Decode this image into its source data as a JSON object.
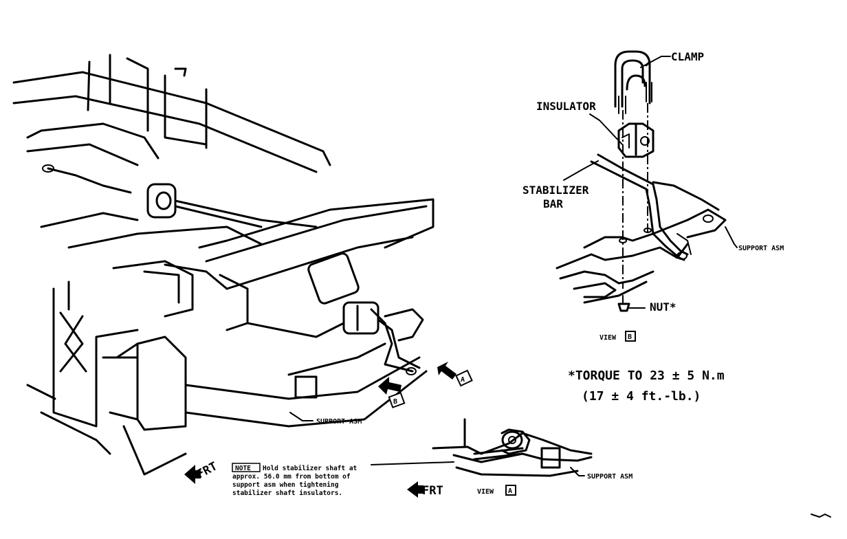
{
  "labels": {
    "clamp": "CLAMP",
    "insulator": "INSULATOR",
    "stabilizer_line1": "STABILIZER",
    "stabilizer_line2": "BAR",
    "support_asm_right": "SUPPORT ASM",
    "nut": "NUT*",
    "view_b_word": "VIEW",
    "view_b_letter": "B",
    "torque_line1": "*TORQUE TO 23 ± 5 N.m",
    "torque_line2": "(17 ± 4 ft.-lb.)",
    "support_asm_main": "SUPPORT ASM",
    "arrow_a_letter": "A",
    "arrow_b_letter": "B",
    "frt_left": "FRT",
    "frt_bottom": "FRT",
    "note_box": "NOTE",
    "note_line1": "Hold stabilizer shaft at",
    "note_line2": "approx. 56.0 mm from bottom of",
    "note_line3": "support asm when tightening",
    "note_line4": "stabilizer shaft insulators.",
    "view_a_word": "VIEW",
    "view_a_letter": "A",
    "support_asm_view_a": "SUPPORT ASM"
  }
}
